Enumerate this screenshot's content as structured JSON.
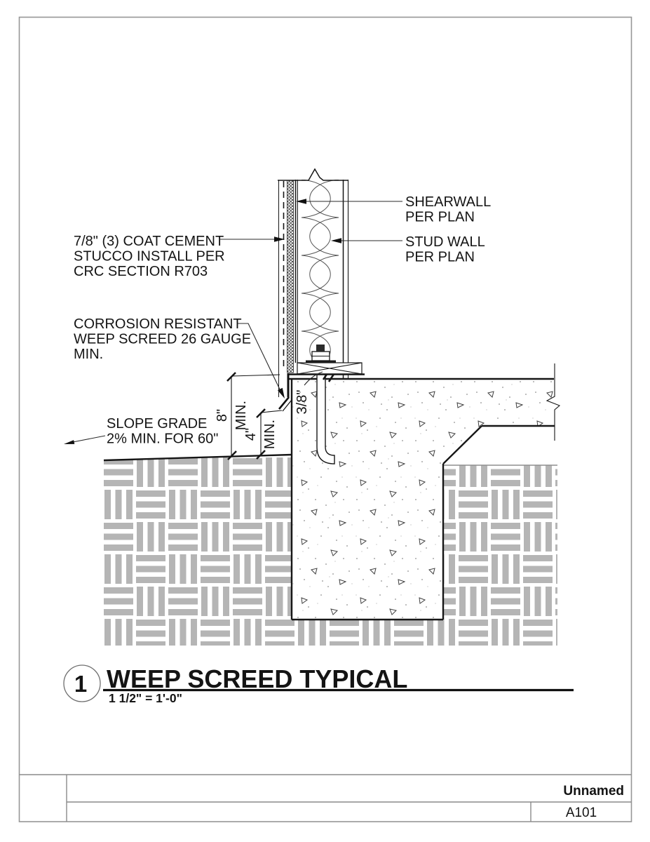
{
  "annotations": {
    "stucco": {
      "lines": [
        "7/8\" (3) COAT CEMENT",
        "STUCCO INSTALL PER",
        "CRC  SECTION R703"
      ]
    },
    "weep_screed": {
      "lines": [
        "CORROSION RESISTANT",
        "WEEP SCREED  26 GAUGE",
        "MIN."
      ]
    },
    "shearwall": {
      "lines": [
        "SHEARWALL",
        "PER PLAN"
      ]
    },
    "stud_wall": {
      "lines": [
        "STUD WALL",
        "PER PLAN"
      ]
    },
    "slope_grade": {
      "lines": [
        "SLOPE GRADE",
        "2% MIN. FOR 60\""
      ]
    }
  },
  "dimensions": {
    "height_8": {
      "value": "8\"",
      "suffix": "MIN."
    },
    "height_4": {
      "value": "4\"",
      "suffix": "MIN."
    },
    "embed_38": {
      "value": "3/8\""
    }
  },
  "detail_title": {
    "number": "1",
    "name": "WEEP SCREED TYPICAL",
    "scale": "1 1/2\" = 1'-0\""
  },
  "title_block": {
    "project_name": "Unnamed",
    "sheet_number": "A101"
  },
  "colors": {
    "line": "#161616",
    "soil_hatch": "#b5b5b5",
    "border": "#969696"
  }
}
